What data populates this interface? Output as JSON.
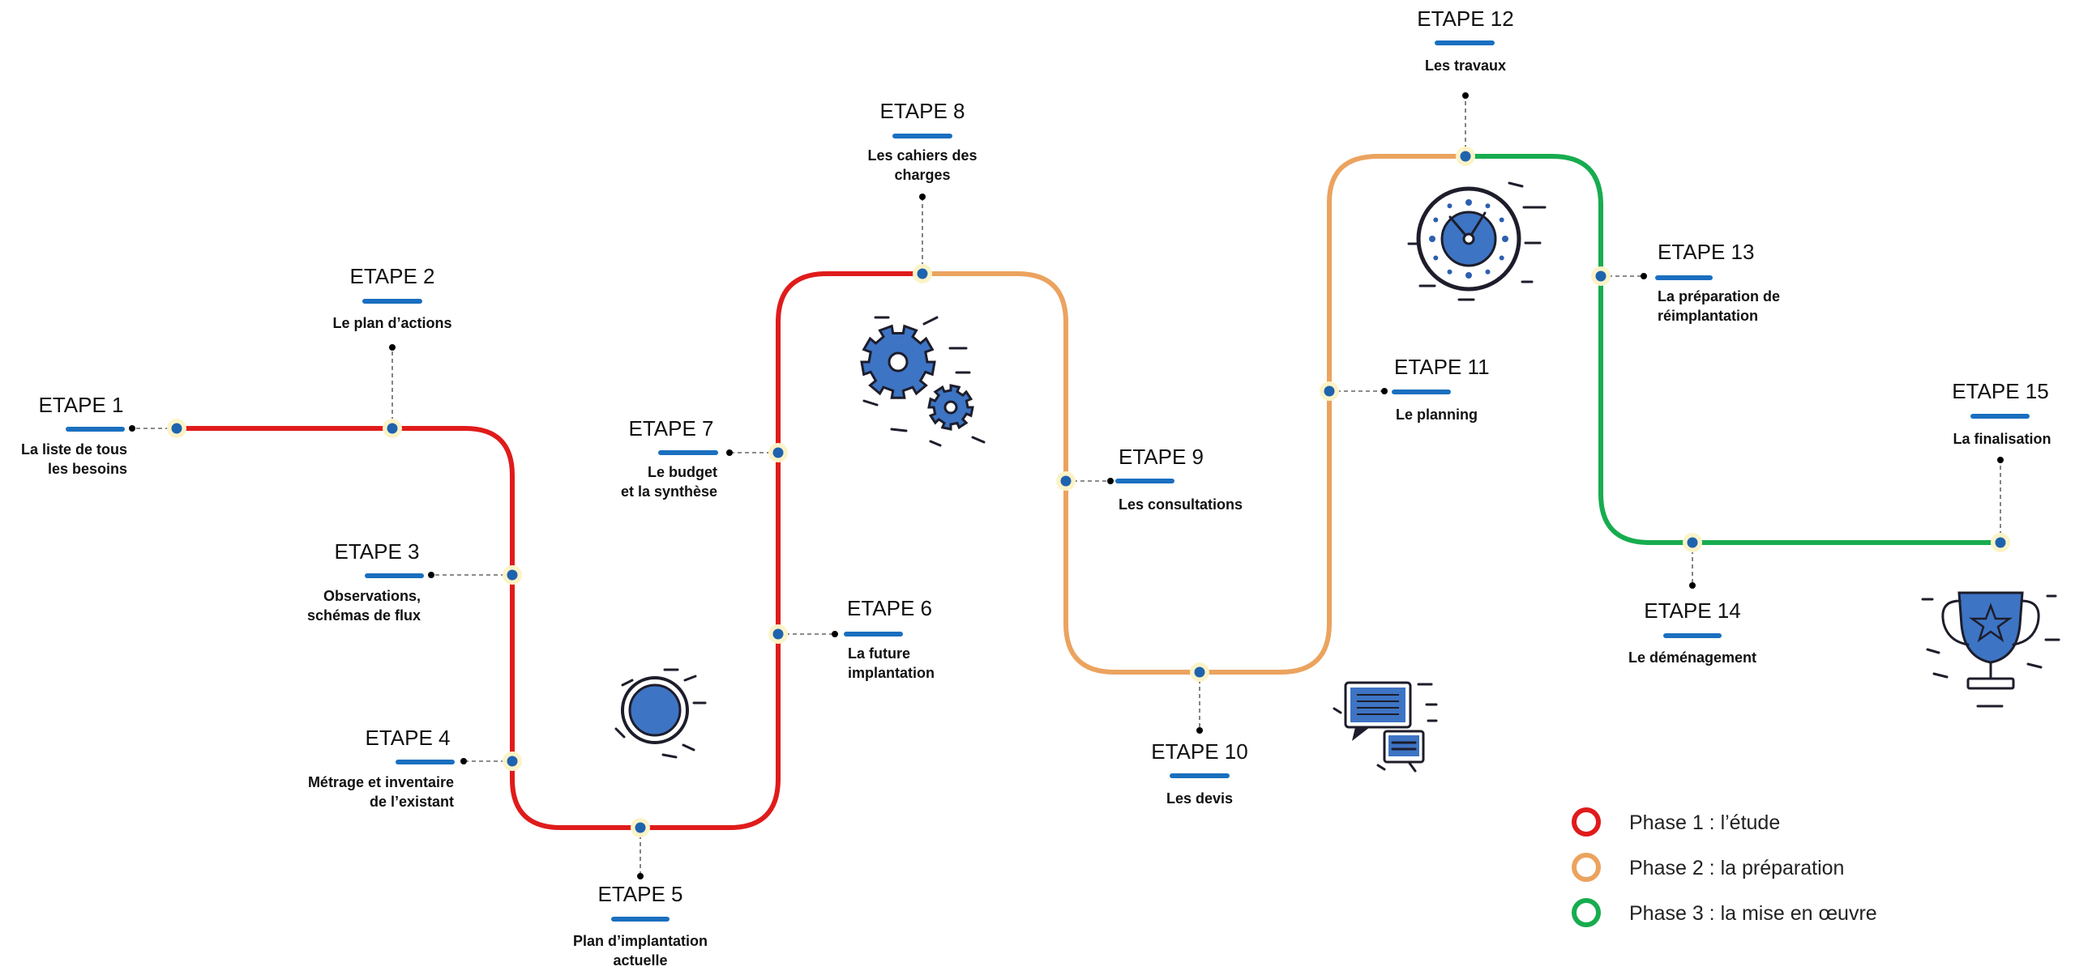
{
  "colors": {
    "phase1": "#e01b1b",
    "phase2": "#eba35f",
    "phase3": "#17ac4f",
    "accent": "#1a6fbf",
    "node": "#1f63ae",
    "icon_fill": "#3d74c4"
  },
  "steps": [
    {
      "id": 1,
      "title": "ETAPE 1",
      "lines": [
        "La liste de tous",
        "les besoins"
      ]
    },
    {
      "id": 2,
      "title": "ETAPE 2",
      "lines": [
        "Le plan d’actions"
      ]
    },
    {
      "id": 3,
      "title": "ETAPE 3",
      "lines": [
        "Observations,",
        "schémas de flux"
      ]
    },
    {
      "id": 4,
      "title": "ETAPE 4",
      "lines": [
        "Métrage et inventaire",
        "de l’existant"
      ]
    },
    {
      "id": 5,
      "title": "ETAPE 5",
      "lines": [
        "Plan d’implantation",
        "actuelle"
      ]
    },
    {
      "id": 6,
      "title": "ETAPE 6",
      "lines": [
        "La future",
        "implantation"
      ]
    },
    {
      "id": 7,
      "title": "ETAPE 7",
      "lines": [
        "Le budget",
        "et la synthèse"
      ]
    },
    {
      "id": 8,
      "title": "ETAPE 8",
      "lines": [
        "Les cahiers des",
        "charges"
      ]
    },
    {
      "id": 9,
      "title": "ETAPE 9",
      "lines": [
        "Les consultations"
      ]
    },
    {
      "id": 10,
      "title": "ETAPE 10",
      "lines": [
        "Les devis"
      ]
    },
    {
      "id": 11,
      "title": "ETAPE 11",
      "lines": [
        "Le planning"
      ]
    },
    {
      "id": 12,
      "title": "ETAPE 12",
      "lines": [
        "Les travaux"
      ]
    },
    {
      "id": 13,
      "title": "ETAPE 13",
      "lines": [
        "La préparation de",
        "réimplantation"
      ]
    },
    {
      "id": 14,
      "title": "ETAPE 14",
      "lines": [
        "Le déménagement"
      ]
    },
    {
      "id": 15,
      "title": "ETAPE 15",
      "lines": [
        "La finalisation"
      ]
    }
  ],
  "legend": [
    {
      "label": "Phase 1 : l’étude",
      "color": "#e01b1b"
    },
    {
      "label": "Phase 2 : la préparation",
      "color": "#eba35f"
    },
    {
      "label": "Phase 3 : la mise en œuvre",
      "color": "#17ac4f"
    }
  ],
  "icons": [
    "magnifier-icon",
    "gears-icon",
    "chat-screens-icon",
    "clock-icon",
    "trophy-icon"
  ]
}
